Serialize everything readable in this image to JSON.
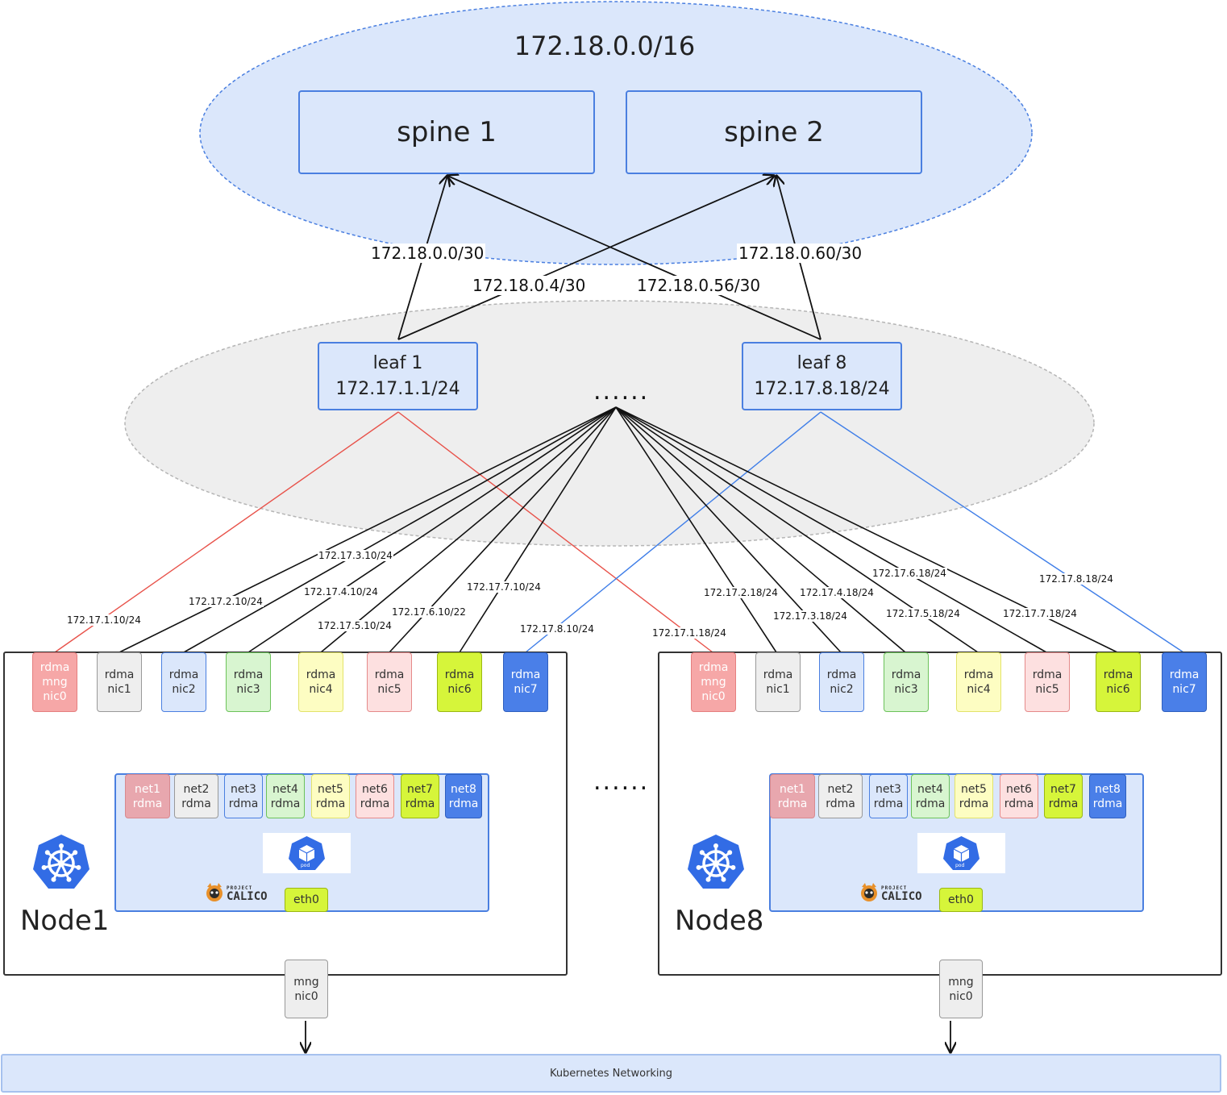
{
  "spine_zone": {
    "label": "172.18.0.0/16"
  },
  "spines": [
    "spine 1",
    "spine 2"
  ],
  "leaves": [
    {
      "name": "leaf 1",
      "subnet": "172.17.1.1/24"
    },
    {
      "name": "leaf 8",
      "subnet": "172.17.8.18/24"
    }
  ],
  "leaf_ellipsis": "......",
  "uplinks": [
    "172.18.0.0/30",
    "172.18.0.4/30",
    "172.18.0.56/30",
    "172.18.0.60/30"
  ],
  "node_ips": [
    [
      "172.17.1.10/24",
      "172.17.2.10/24",
      "172.17.3.10/24",
      "172.17.4.10/24",
      "172.17.5.10/24",
      "172.17.6.10/22",
      "172.17.7.10/24",
      "172.17.8.10/24"
    ],
    [
      "172.17.1.18/24",
      "172.17.2.18/24",
      "172.17.3.18/24",
      "172.17.4.18/24",
      "172.17.5.18/24",
      "172.17.6.18/24",
      "172.17.7.18/24",
      "172.17.8.18/24"
    ]
  ],
  "nics": [
    {
      "l1": "rdma",
      "l2": "mng",
      "l3": "nic0",
      "bg": "#f6a7a7",
      "border": "#e57f7f",
      "white": true
    },
    {
      "l1": "rdma",
      "l2": "nic1",
      "bg": "#eeeeee",
      "border": "#999999",
      "white": false
    },
    {
      "l1": "rdma",
      "l2": "nic2",
      "bg": "#dbe7fb",
      "border": "#4a7fe0",
      "white": false
    },
    {
      "l1": "rdma",
      "l2": "nic3",
      "bg": "#d8f5d0",
      "border": "#6cc25a",
      "white": false
    },
    {
      "l1": "rdma",
      "l2": "nic4",
      "bg": "#fdfdc2",
      "border": "#e3e36a",
      "white": false
    },
    {
      "l1": "rdma",
      "l2": "nic5",
      "bg": "#fde0e0",
      "border": "#e58a8a",
      "white": false
    },
    {
      "l1": "rdma",
      "l2": "nic6",
      "bg": "#d6f53a",
      "border": "#9bb812",
      "white": false
    },
    {
      "l1": "rdma",
      "l2": "nic7",
      "bg": "#4a7fe8",
      "border": "#2e5fbf",
      "white": true
    }
  ],
  "nets": [
    {
      "l1": "net1",
      "l2": "rdma",
      "bg": "#e8a7ae",
      "border": "#d88a90",
      "white": true
    },
    {
      "l1": "net2",
      "l2": "rdma",
      "bg": "#eeeeee",
      "border": "#999999",
      "white": false
    },
    {
      "l1": "net3",
      "l2": "rdma",
      "bg": "#dbe7fb",
      "border": "#4a7fe0",
      "white": false
    },
    {
      "l1": "net4",
      "l2": "rdma",
      "bg": "#d8f5d0",
      "border": "#6cc25a",
      "white": false
    },
    {
      "l1": "net5",
      "l2": "rdma",
      "bg": "#fdfdc2",
      "border": "#e3e36a",
      "white": false
    },
    {
      "l1": "net6",
      "l2": "rdma",
      "bg": "#fde0e0",
      "border": "#e58a8a",
      "white": false
    },
    {
      "l1": "net7",
      "l2": "rdma",
      "bg": "#d6f53a",
      "border": "#9bb812",
      "white": false
    },
    {
      "l1": "net8",
      "l2": "rdma",
      "bg": "#4a7fe8",
      "border": "#2e5fbf",
      "white": true
    }
  ],
  "nodes": [
    {
      "name": "Node1",
      "eth0": "eth0",
      "mng1": "mng",
      "mng2": "nic0",
      "pod": "pod",
      "calico_project": "PROJECT",
      "calico": "CALICO"
    },
    {
      "name": "Node8",
      "eth0": "eth0",
      "mng1": "mng",
      "mng2": "nic0",
      "pod": "pod",
      "calico_project": "PROJECT",
      "calico": "CALICO"
    }
  ],
  "node_ellipsis": "......",
  "k8s_networking": "Kubernetes Networking",
  "colors": {
    "zone_fill": "#dbe7fb",
    "zone_stroke": "#4a7fe0",
    "leaf_zone_fill": "#eeeeee",
    "leaf1_link": "#e8524a",
    "leaf8_link": "#3f7ee8",
    "k8s_blue": "#326ce5"
  }
}
